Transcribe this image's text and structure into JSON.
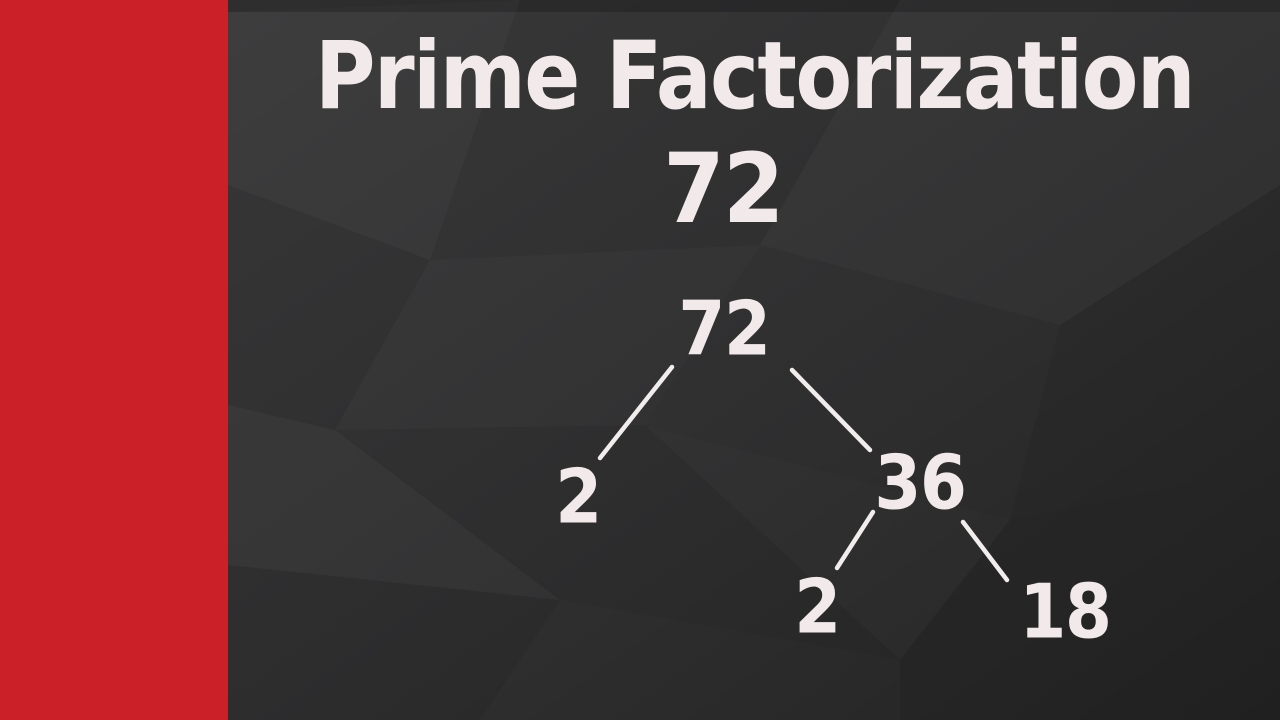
{
  "page": {
    "title": "Prime Factorization",
    "subtitle": "72"
  },
  "tree": {
    "nodes": [
      {
        "id": "root",
        "label": "72"
      },
      {
        "id": "left-child",
        "label": "2"
      },
      {
        "id": "right-child",
        "label": "36"
      },
      {
        "id": "bottom-left",
        "label": "2"
      },
      {
        "id": "bottom-right",
        "label": "18"
      }
    ],
    "edges": [
      {
        "from": "72",
        "to": "2"
      },
      {
        "from": "72",
        "to": "36"
      },
      {
        "from": "36",
        "to": "2"
      },
      {
        "from": "36",
        "to": "18"
      }
    ]
  },
  "colors": {
    "accent_red": "#cb2027",
    "background_dark": "#323233",
    "text_offwhite": "#f2eaea",
    "edge_line": "#f2eded"
  }
}
